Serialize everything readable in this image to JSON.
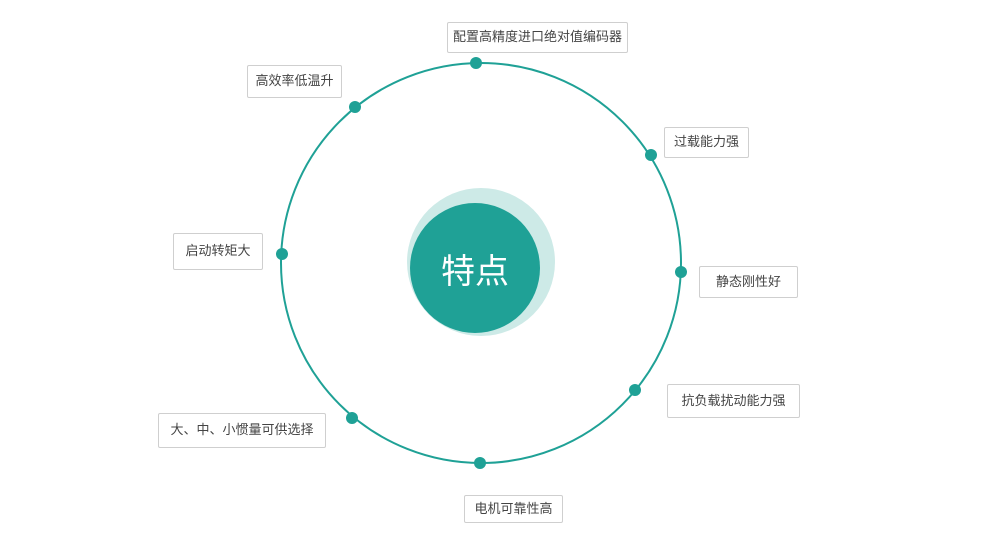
{
  "center": {
    "label": "特点"
  },
  "features": [
    {
      "id": "top",
      "text": "配置高精度进口绝对值编码器"
    },
    {
      "id": "top-right",
      "text": "过载能力强"
    },
    {
      "id": "right",
      "text": "静态刚性好"
    },
    {
      "id": "bottom-right",
      "text": "抗负载扰动能力强"
    },
    {
      "id": "bottom",
      "text": "电机可靠性高"
    },
    {
      "id": "bottom-left",
      "text": "大、中、小惯量可供选择"
    },
    {
      "id": "left",
      "text": "启动转矩大"
    },
    {
      "id": "top-left",
      "text": "高效率低温升"
    }
  ],
  "colors": {
    "accent": "#1fa196",
    "halo": "#cdeae7",
    "label_border": "#cfcfcf",
    "label_text": "#444444"
  }
}
